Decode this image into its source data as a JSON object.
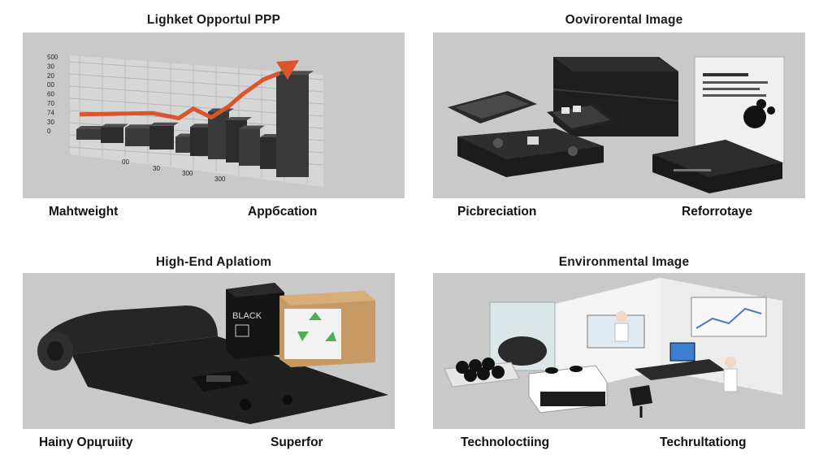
{
  "quadrants": [
    {
      "title": "Lighket Opportul PPP",
      "labels": [
        "Mahtweight",
        "Appбcation"
      ],
      "chart_data": {
        "type": "bar",
        "y_ticks": [
          "500",
          "30",
          "20",
          "00",
          "60",
          "70",
          "74",
          "30",
          "0"
        ],
        "x_ticks": [
          "00",
          "30",
          "300",
          "300"
        ],
        "values": [
          20,
          30,
          35,
          45,
          30,
          55,
          90,
          80,
          70,
          60,
          195
        ],
        "trend": [
          25,
          35,
          45,
          55,
          50,
          85,
          70,
          110,
          150,
          200,
          240
        ]
      }
    },
    {
      "title": "Oovirorental Image",
      "labels": [
        "Picbreciation",
        "Reforrotaye"
      ]
    },
    {
      "title": "High-End Aplatiom",
      "labels": [
        "Hainy Opцruiity",
        "Superfor"
      ],
      "box_text": "BLACK"
    },
    {
      "title": "Environmental Image",
      "labels": [
        "Technoloctiing",
        "Techrultationg"
      ]
    }
  ],
  "colors": {
    "panel": "#c9c9c9",
    "accent": "#d9552a",
    "recycle": "#4caf50"
  }
}
